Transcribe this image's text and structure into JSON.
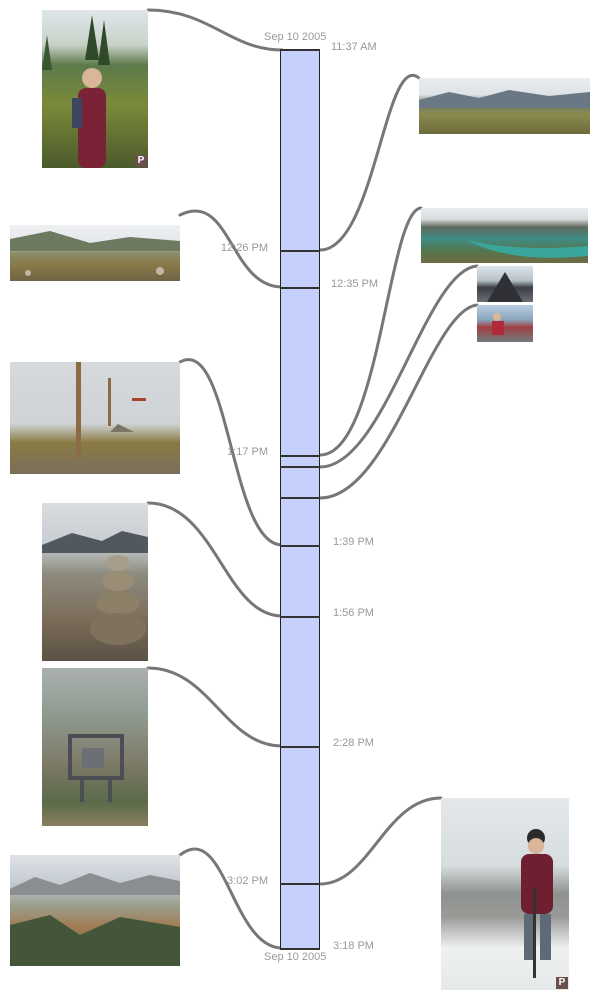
{
  "timeline": {
    "start_date": "Sep 10 2005",
    "end_date": "Sep 10 2005",
    "start_time": "11:37 AM",
    "end_time": "3:18 PM"
  },
  "time_markers": [
    {
      "label": "12:26 PM",
      "side": "left"
    },
    {
      "label": "12:35 PM",
      "side": "right"
    },
    {
      "label": "1:17 PM",
      "side": "left"
    },
    {
      "label": "1:39 PM",
      "side": "right"
    },
    {
      "label": "1:56 PM",
      "side": "right"
    },
    {
      "label": "2:28 PM",
      "side": "right"
    },
    {
      "label": "3:02 PM",
      "side": "left"
    }
  ],
  "photos": [
    {
      "name": "hiker-portrait-forest",
      "orientation": "portrait",
      "badge": "P"
    },
    {
      "name": "meadow-panorama",
      "orientation": "landscape"
    },
    {
      "name": "alpine-meadow-rocks",
      "orientation": "landscape"
    },
    {
      "name": "turquoise-lake-view",
      "orientation": "landscape"
    },
    {
      "name": "rocky-peak",
      "orientation": "landscape"
    },
    {
      "name": "hiker-sitting-lake",
      "orientation": "landscape"
    },
    {
      "name": "signpost-plateau",
      "orientation": "landscape"
    },
    {
      "name": "rock-cairn",
      "orientation": "portrait"
    },
    {
      "name": "ski-lift-station",
      "orientation": "portrait"
    },
    {
      "name": "mountain-valley-panorama",
      "orientation": "landscape"
    },
    {
      "name": "hiker-portrait-snow",
      "orientation": "portrait",
      "badge": "P"
    }
  ],
  "colors": {
    "timeline_fill": "#c5d0fc",
    "connector": "#7a7a7a",
    "label_text": "#999999"
  }
}
